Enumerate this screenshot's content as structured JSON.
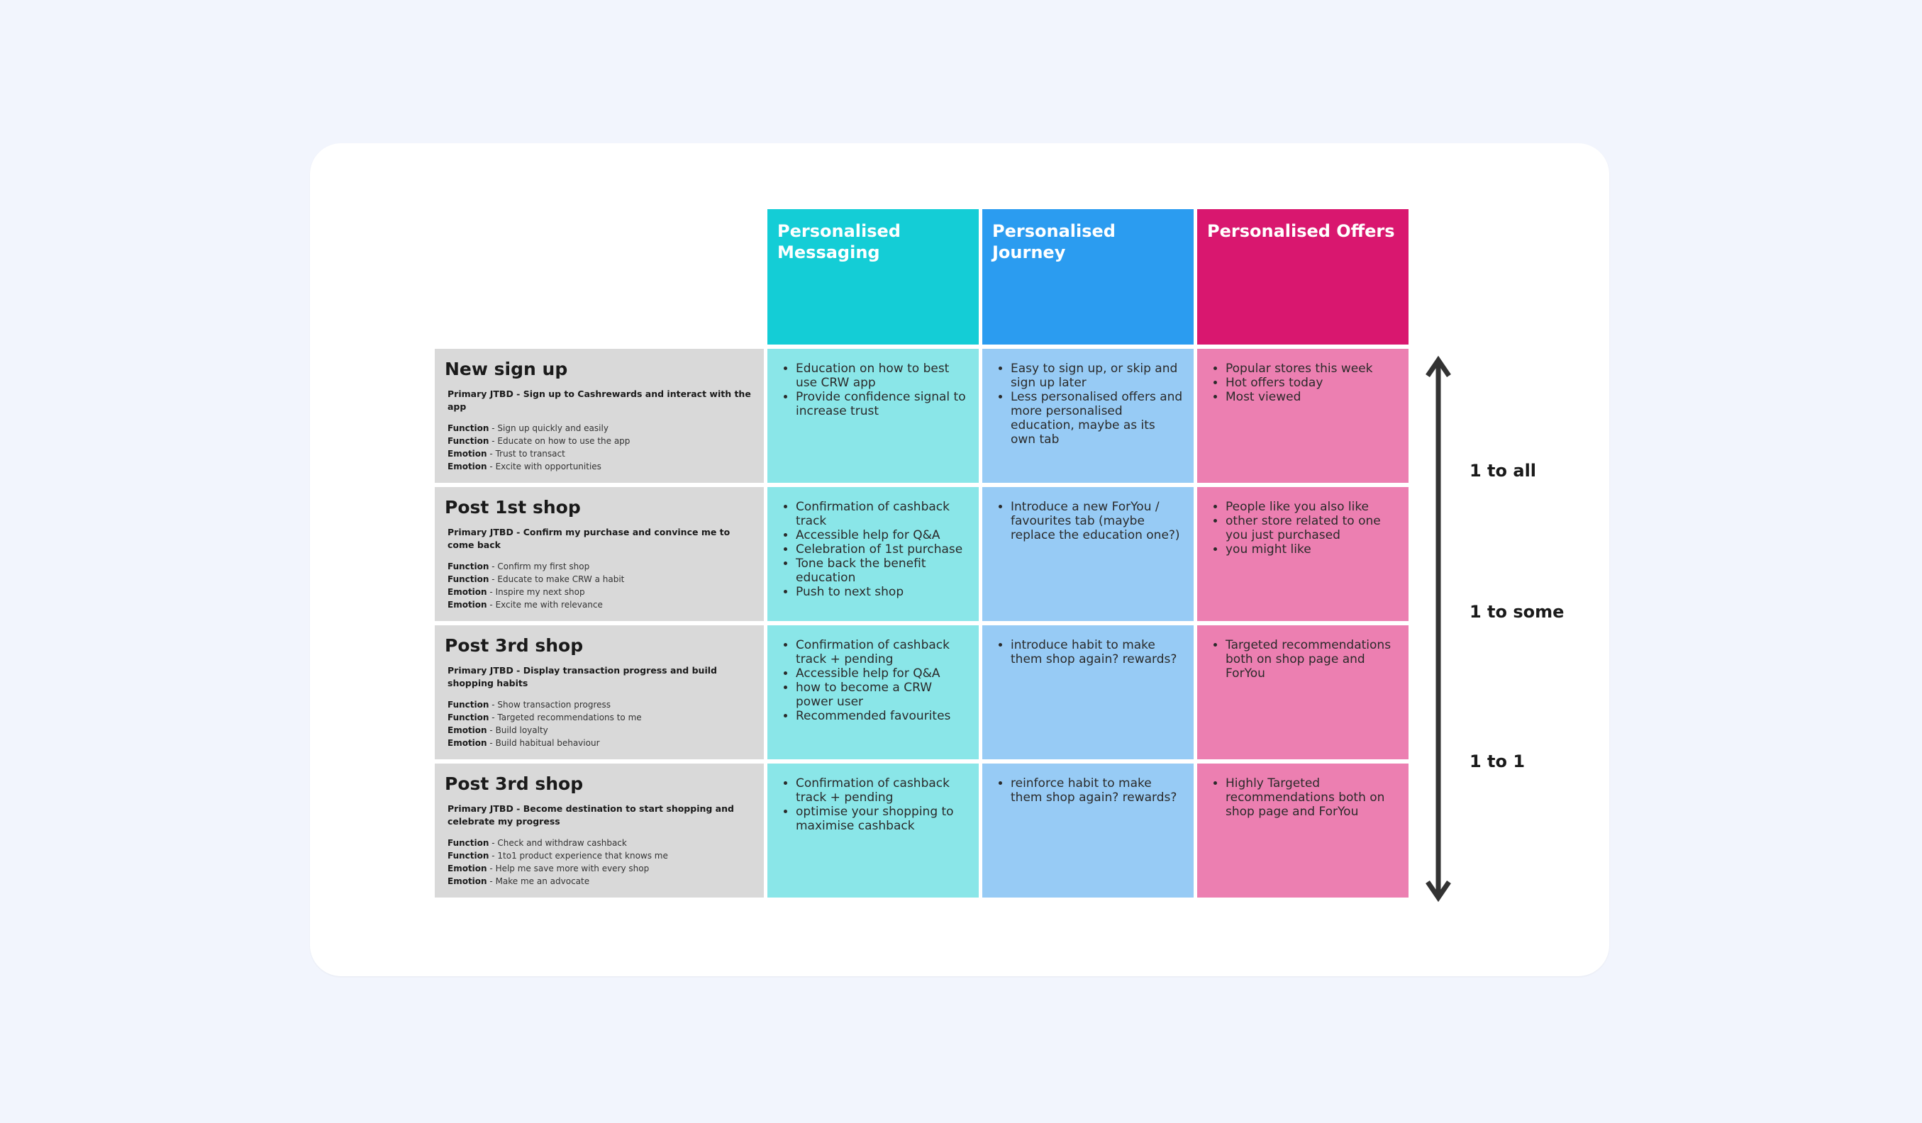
{
  "colors": {
    "background": "#f2f5fd",
    "header_messaging": "#14cdd6",
    "header_journey": "#2b9cf0",
    "header_offers": "#d9176f",
    "cell_messaging": "#8ae6e8",
    "cell_journey": "#97cbf5",
    "cell_offers": "#ec7fb1",
    "row_header": "#d9d9d9"
  },
  "columns": [
    {
      "title": "Personalised Messaging",
      "color": "#14cdd6"
    },
    {
      "title": "Personalised Journey",
      "color": "#2b9cf0"
    },
    {
      "title": "Personalised Offers",
      "color": "#d9176f"
    }
  ],
  "rows": [
    {
      "title": "New sign up",
      "jtbd": "Primary JTBD - Sign up to Cashrewards and interact with the app",
      "lines": [
        [
          "Function",
          "Sign up quickly and easily"
        ],
        [
          "Function",
          "Educate on how to use the app"
        ],
        [
          "Emotion",
          "Trust to transact"
        ],
        [
          "Emotion",
          "Excite with opportunities"
        ]
      ],
      "cells": [
        [
          "Education on how to best use CRW app",
          "Provide confidence signal to increase trust"
        ],
        [
          "Easy to sign up, or skip and sign up later",
          "Less personalised offers and more personalised education, maybe as its own tab"
        ],
        [
          "Popular stores this week",
          "Hot offers today",
          "Most viewed"
        ]
      ]
    },
    {
      "title": "Post 1st shop",
      "jtbd": "Primary JTBD - Confirm my purchase and convince me to come back",
      "lines": [
        [
          "Function",
          "Confirm my first shop"
        ],
        [
          "Function",
          "Educate to make CRW a habit"
        ],
        [
          "Emotion",
          "Inspire my next shop"
        ],
        [
          "Emotion",
          "Excite me with relevance"
        ]
      ],
      "cells": [
        [
          "Confirmation of cashback track",
          "Accessible help for Q&A",
          "Celebration of 1st purchase",
          "Tone back the benefit education",
          "Push to next shop"
        ],
        [
          "Introduce a new ForYou / favourites tab (maybe replace the education one?)"
        ],
        [
          "People like you also like",
          "other store related to one you just purchased",
          "you might like"
        ]
      ]
    },
    {
      "title": "Post 3rd shop",
      "jtbd": "Primary JTBD - Display transaction progress and build shopping habits",
      "lines": [
        [
          "Function",
          "Show transaction progress"
        ],
        [
          "Function",
          "Targeted recommendations to me"
        ],
        [
          "Emotion",
          "Build loyalty"
        ],
        [
          "Emotion",
          "Build habitual behaviour"
        ]
      ],
      "cells": [
        [
          "Confirmation of cashback track + pending",
          "Accessible help for Q&A",
          "how to become a CRW power user",
          "Recommended favourites"
        ],
        [
          "introduce habit to make them shop again? rewards?"
        ],
        [
          "Targeted recommendations both on shop page and ForYou"
        ]
      ]
    },
    {
      "title": "Post 3rd shop",
      "jtbd": "Primary JTBD - Become destination to start shopping and celebrate my progress",
      "lines": [
        [
          "Function",
          "Check and withdraw cashback"
        ],
        [
          "Function",
          "1to1 product experience that knows me"
        ],
        [
          "Emotion",
          "Help me save more with every shop"
        ],
        [
          "Emotion",
          "Make me an advocate"
        ]
      ],
      "cells": [
        [
          "Confirmation of cashback track + pending",
          "optimise your shopping to maximise cashback"
        ],
        [
          "reinforce habit to make them shop again? rewards?"
        ],
        [
          "Highly Targeted recommendations both on shop page and ForYou"
        ]
      ]
    }
  ],
  "scale": {
    "icon": "double-headed-vertical-arrow",
    "labels": [
      "1 to all",
      "1 to some",
      "1 to 1"
    ]
  }
}
